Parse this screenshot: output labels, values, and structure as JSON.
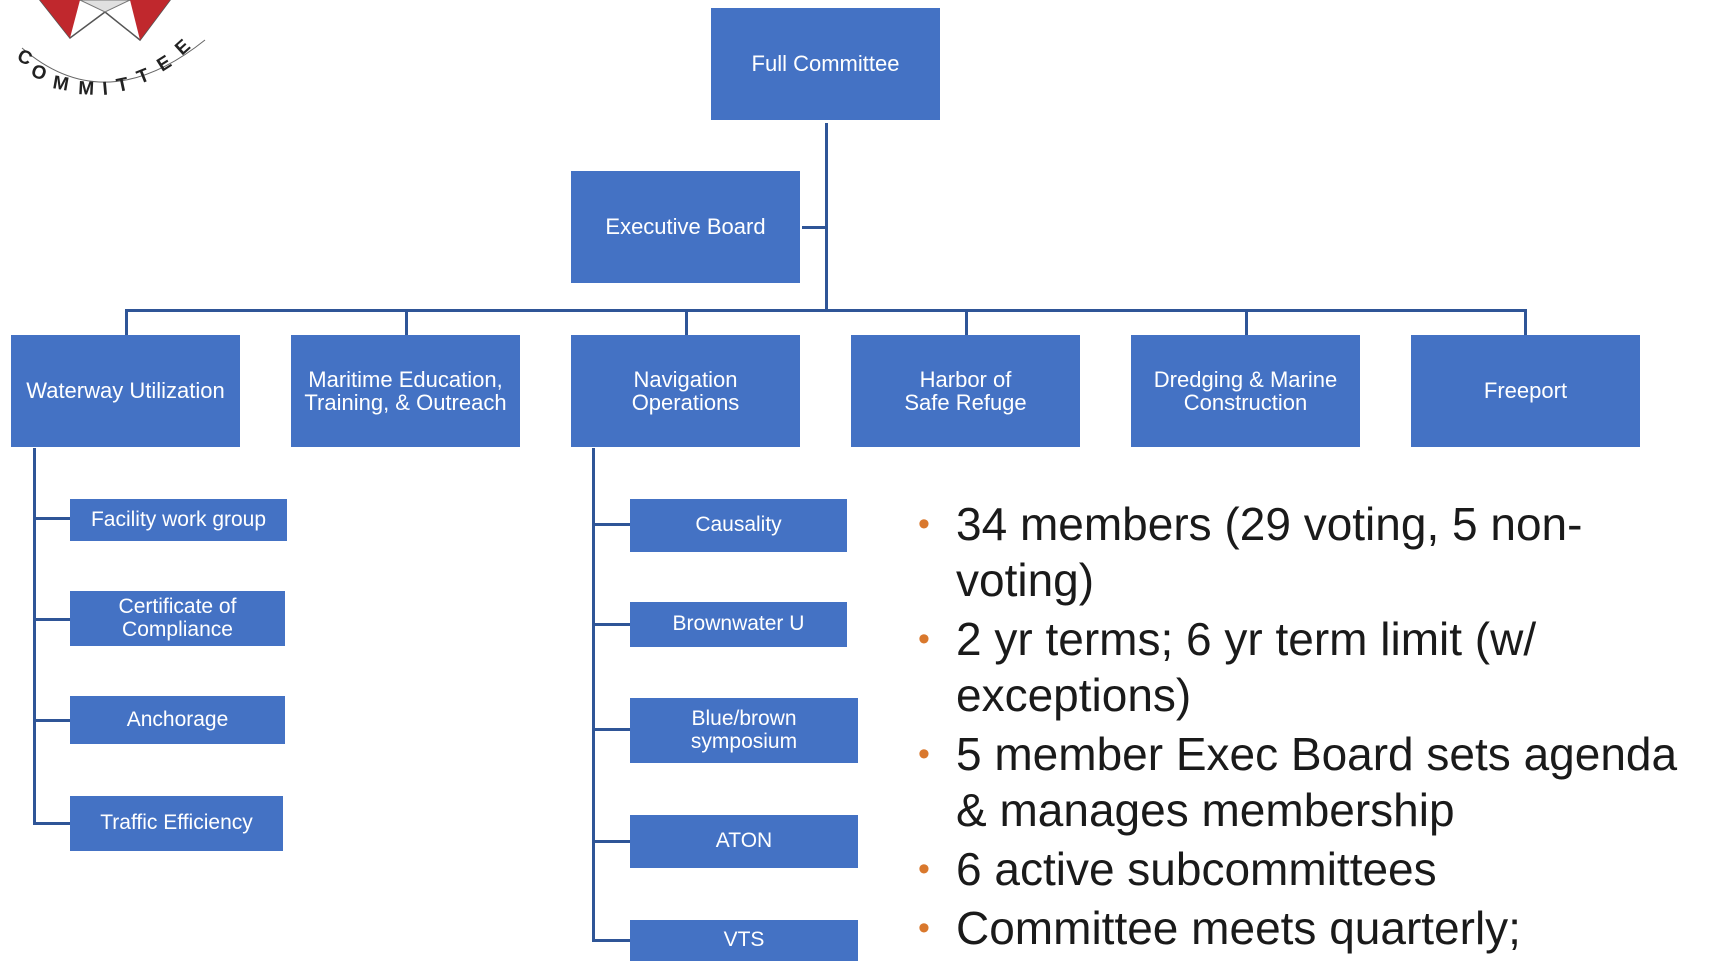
{
  "logo": {
    "text": "COMMITTEE"
  },
  "org_chart": {
    "root": {
      "label": "Full Committee"
    },
    "executive": {
      "label": "Executive Board"
    },
    "subcommittees": [
      {
        "label": "Waterway Utilization"
      },
      {
        "label": "Maritime Education, Training, & Outreach"
      },
      {
        "label": "Navigation Operations"
      },
      {
        "label": "Harbor of Safe Refuge"
      },
      {
        "label": "Dredging & Marine Construction"
      },
      {
        "label": "Freeport"
      }
    ],
    "waterway_groups": [
      {
        "label": "Facility work group"
      },
      {
        "label": "Certificate of Compliance"
      },
      {
        "label": "Anchorage"
      },
      {
        "label": "Traffic Efficiency"
      }
    ],
    "navigation_groups": [
      {
        "label": "Causality"
      },
      {
        "label": "Brownwater U"
      },
      {
        "label": "Blue/brown symposium"
      },
      {
        "label": "ATON"
      },
      {
        "label": "VTS"
      }
    ]
  },
  "bullets": [
    "34 members (29 voting, 5 non-voting)",
    "2 yr terms; 6 yr term limit (w/ exceptions)",
    "5 member Exec Board sets agenda & manages membership",
    "6 active subcommittees",
    "Committee meets quarterly;"
  ],
  "colors": {
    "box_fill": "#4472c4",
    "connector": "#2f5597",
    "bullet": "#d9782d",
    "logo_red": "#c0282d"
  }
}
